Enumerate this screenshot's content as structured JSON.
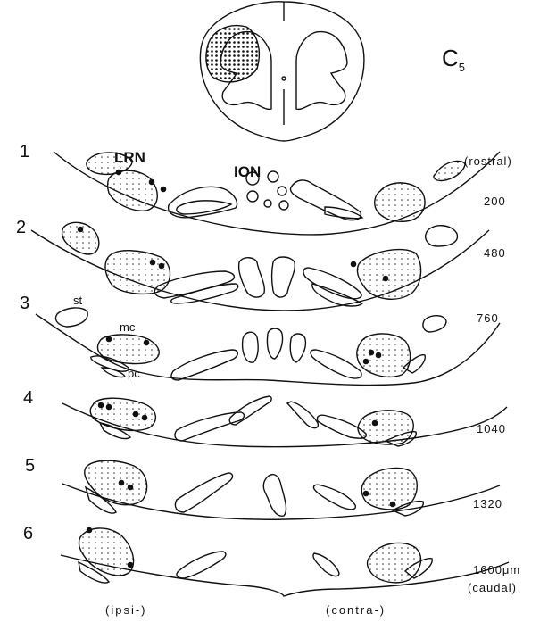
{
  "segment": {
    "letter": "C",
    "subscript": "5"
  },
  "labels": {
    "lrn": "LRN",
    "ion": "ION",
    "st": "st",
    "mc": "mc",
    "pc": "pc"
  },
  "directions": {
    "rostral": "(rostral)",
    "caudal": "(caudal)",
    "ipsi": "(ipsi-)",
    "contra": "(contra-)"
  },
  "sections": [
    {
      "number": "1",
      "depth": "200"
    },
    {
      "number": "2",
      "depth": "480"
    },
    {
      "number": "3",
      "depth": "760"
    },
    {
      "number": "4",
      "depth": "1040"
    },
    {
      "number": "5",
      "depth": "1320"
    },
    {
      "number": "6",
      "depth": "1600μm"
    }
  ],
  "colors": {
    "ink": "#111111",
    "paper": "#ffffff"
  }
}
